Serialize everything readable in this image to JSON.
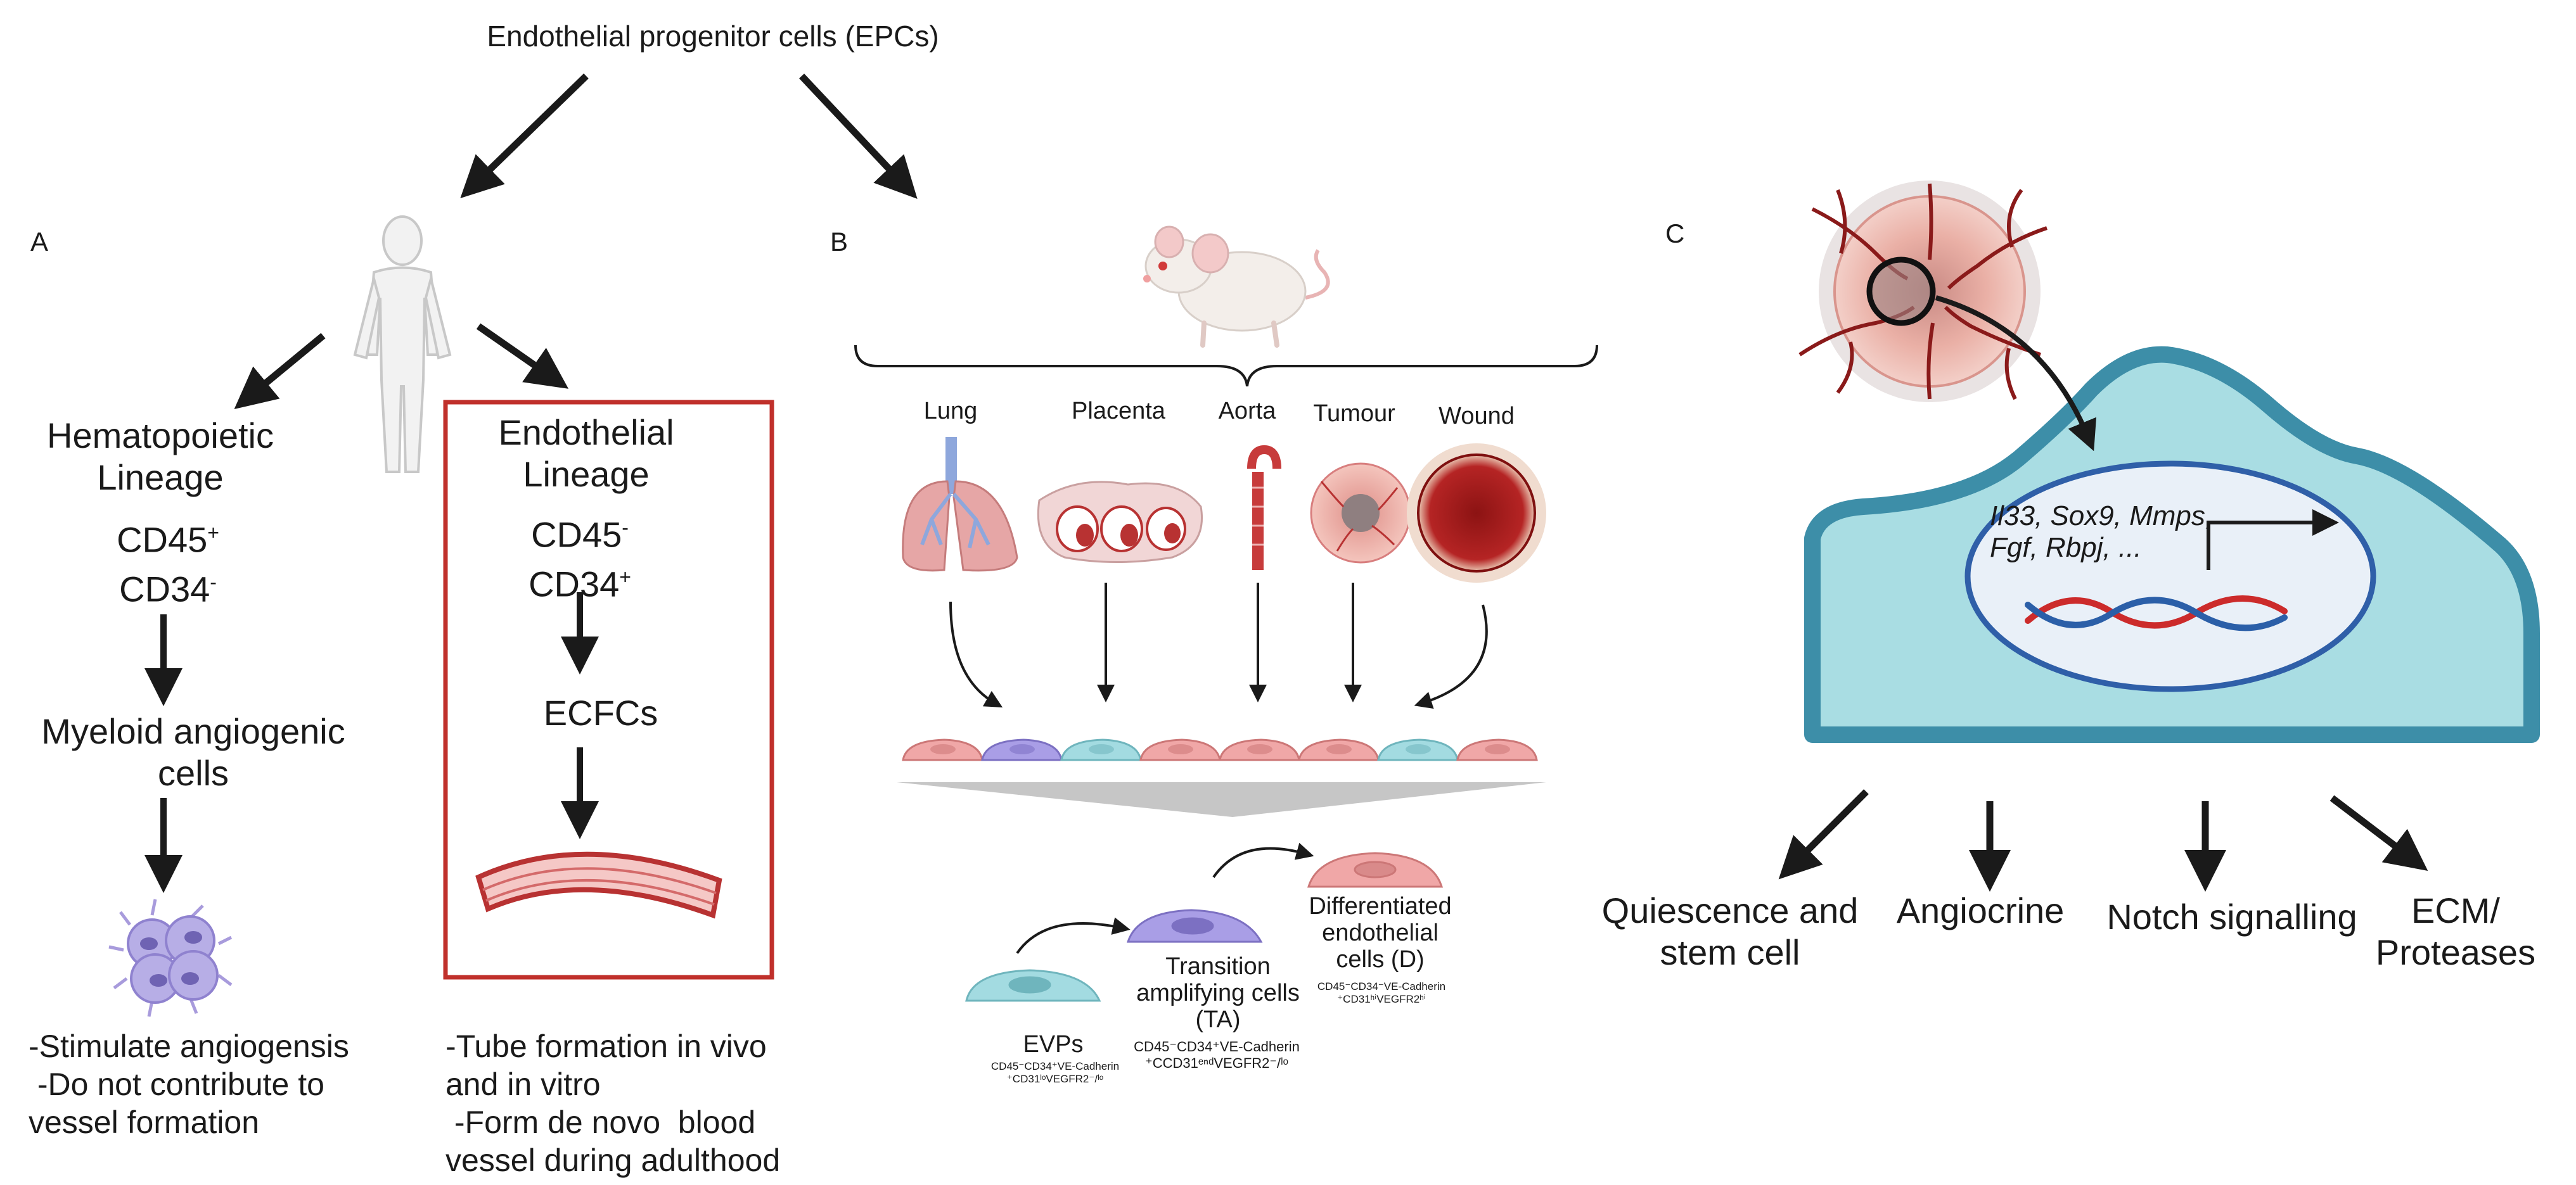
{
  "title": "Endothelial progenitor cells (EPCs)",
  "panels": {
    "a": "A",
    "b": "B",
    "c": "C"
  },
  "panel_a": {
    "hematopoietic": {
      "title_1": "Hematopoietic",
      "title_2": "Lineage",
      "marker_1": "CD45",
      "marker_1_sup": "+",
      "marker_2": "CD34",
      "marker_2_sup": "-",
      "cell_1": "Myeloid angiogenic",
      "cell_2": "cells",
      "note_1": "-Stimulate angiogensis",
      "note_2": " -Do not contribute to",
      "note_3": "vessel formation"
    },
    "endothelial": {
      "title_1": "Endothelial",
      "title_2": "Lineage",
      "marker_1": "CD45",
      "marker_1_sup": "-",
      "marker_2": "CD34",
      "marker_2_sup": "+",
      "cell": "ECFCs",
      "note_1": "-Tube formation in vivo",
      "note_2": "and in vitro",
      "note_3": " -Form de novo  blood",
      "note_4": "vessel during adulthood",
      "box_color": "#c0302b"
    }
  },
  "panel_b": {
    "organs": [
      "Lung",
      "Placenta",
      "Aorta",
      "Tumour",
      "Wound"
    ],
    "evps": {
      "label": "EVPs",
      "markers_1": "CD45⁻CD34⁺VE-Cadherin",
      "markers_2": "⁺CD31ˡᵒVEGFR2⁻/ˡᵒ"
    },
    "ta": {
      "label_1": "Transition",
      "label_2": "amplifying cells",
      "label_3": "(TA)",
      "markers_1": "CD45⁻CD34⁺VE-Cadherin",
      "markers_2": "⁺CCD31ᵉⁿᵈVEGFR2⁻/ˡᵒ"
    },
    "d": {
      "label_1": "Differentiated",
      "label_2": "endothelial",
      "label_3": "cells (D)",
      "markers_1": "CD45⁻CD34⁻VE-Cadherin",
      "markers_2": "⁺CD31ʰⁱVEGFR2ʰⁱ"
    }
  },
  "panel_c": {
    "genes_1": "Il33, Sox9, Mmps,",
    "genes_2": "Fgf, Rbpj, ...",
    "outcomes": [
      {
        "line_1": "Quiescence and",
        "line_2": "stem cell"
      },
      {
        "line_1": "Angiocrine",
        "line_2": ""
      },
      {
        "line_1": "Notch signalling",
        "line_2": ""
      },
      {
        "line_1": "ECM/",
        "line_2": "Proteases"
      }
    ]
  },
  "colors": {
    "arrow": "#1a1a1a",
    "cell_pink": "#f0a7a7",
    "cell_purple": "#a99ee6",
    "cell_teal": "#a3dbe1",
    "big_cell": "#a9dde3",
    "nucleus_border": "#2f5fa8",
    "vessel_red": "#b83232",
    "dna_red": "#cc2b2b",
    "dna_blue": "#2b5fa8"
  }
}
